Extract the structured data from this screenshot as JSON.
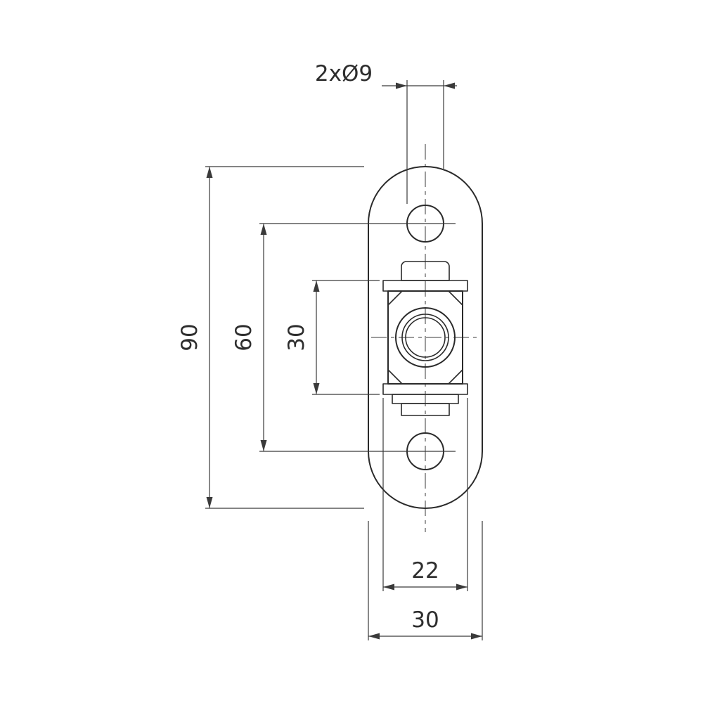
{
  "drawing": {
    "type": "technical-dimension-drawing",
    "part": "oblong mounting plate with hex hub, front view",
    "labels": {
      "hole_callout": "2xØ9",
      "overall_height": "90",
      "hole_spacing": "60",
      "hub_height": "30",
      "hub_flange_width": "22",
      "plate_width": "30"
    },
    "colors": {
      "background": "#ffffff",
      "part_line": "#2a2a2a",
      "dimension_line": "#3a3a3a",
      "text": "#2d2d2d"
    }
  }
}
